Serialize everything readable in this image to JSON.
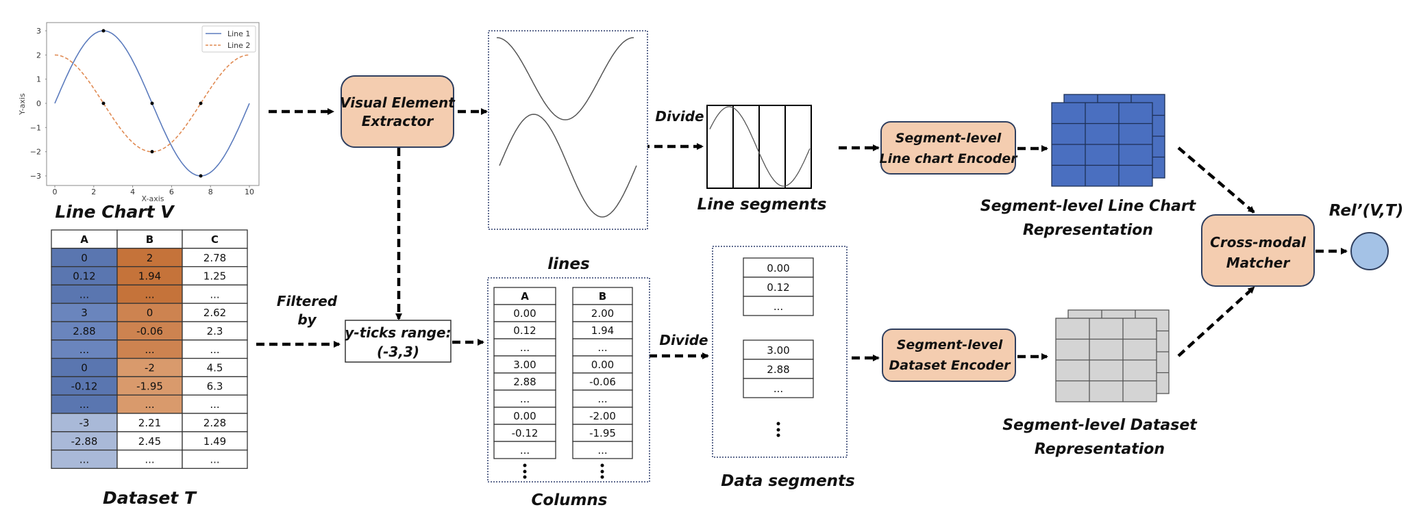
{
  "colors": {
    "box_fill": "#f4cdb0",
    "box_stroke": "#2f3f5f",
    "line1": "#5b7bbd",
    "line2": "#e08a52",
    "blue_dark": "#5a76b0",
    "blue_light": "#a9b9d8",
    "orange_dark": "#c5733a",
    "orange_light": "#d99a6c",
    "rep_blue": "#4a6fc0",
    "rep_gray": "#d4d4d4",
    "output_circle": "#a4c2e6"
  },
  "line_chart": {
    "caption": "Line Chart V",
    "xlabel": "X-axis",
    "ylabel": "Y-axis",
    "xlim": [
      0,
      10
    ],
    "ylim": [
      -3,
      3
    ],
    "xticks": [
      "0",
      "2",
      "4",
      "6",
      "8",
      "10"
    ],
    "yticks": [
      "3",
      "2",
      "1",
      "0",
      "−1",
      "−2",
      "−3"
    ],
    "legend": [
      "Line 1",
      "Line 2"
    ],
    "series": [
      {
        "name": "Line 1",
        "amplitude": 3,
        "func": "sin",
        "style": "solid"
      },
      {
        "name": "Line 2",
        "amplitude": 2,
        "func": "cos",
        "style": "dashed"
      }
    ],
    "markers": [
      [
        2.5,
        3
      ],
      [
        2.5,
        0
      ],
      [
        5,
        0
      ],
      [
        5,
        -2
      ],
      [
        7.5,
        0
      ],
      [
        7.5,
        -3
      ]
    ]
  },
  "dataset": {
    "caption": "Dataset T",
    "headers": [
      "A",
      "B",
      "C"
    ],
    "rows": [
      [
        "0",
        "2",
        "2.78"
      ],
      [
        "0.12",
        "1.94",
        "1.25"
      ],
      [
        "...",
        "...",
        "..."
      ],
      [
        "3",
        "0",
        "2.62"
      ],
      [
        "2.88",
        "-0.06",
        "2.3"
      ],
      [
        "...",
        "...",
        "..."
      ],
      [
        "0",
        "-2",
        "4.5"
      ],
      [
        "-0.12",
        "-1.95",
        "6.3"
      ],
      [
        "...",
        "...",
        "..."
      ],
      [
        "-3",
        "2.21",
        "2.28"
      ],
      [
        "-2.88",
        "2.45",
        "1.49"
      ],
      [
        "...",
        "...",
        "..."
      ]
    ]
  },
  "labels": {
    "filtered_by_1": "Filtered",
    "filtered_by_2": "by",
    "divide_top": "Divide",
    "divide_bottom": "Divide",
    "lines": "lines",
    "columns": "Columns",
    "line_segments": "Line segments",
    "data_segments": "Data segments",
    "rep_chart_1": "Segment-level Line Chart",
    "rep_chart_2": "Representation",
    "rep_data_1": "Segment-level Dataset",
    "rep_data_2": "Representation",
    "output": "Rel’(V,T)"
  },
  "boxes": {
    "extractor": [
      "Visual Element",
      "Extractor"
    ],
    "yticks": [
      "y-ticks range:",
      "(-3,3)"
    ],
    "chart_encoder": [
      "Segment-level",
      "Line chart Encoder"
    ],
    "dataset_encoder": [
      "Segment-level",
      "Dataset Encoder"
    ],
    "matcher": [
      "Cross-modal",
      "Matcher"
    ]
  },
  "columns": {
    "A": {
      "header": "A",
      "values": [
        "0.00",
        "0.12",
        "...",
        "3.00",
        "2.88",
        "...",
        "0.00",
        "-0.12",
        "..."
      ]
    },
    "B": {
      "header": "B",
      "values": [
        "2.00",
        "1.94",
        "...",
        "0.00",
        "-0.06",
        "...",
        "-2.00",
        "-1.95",
        "..."
      ]
    }
  },
  "data_segments": [
    [
      "0.00",
      "0.12",
      "..."
    ],
    [
      "3.00",
      "2.88",
      "..."
    ]
  ]
}
